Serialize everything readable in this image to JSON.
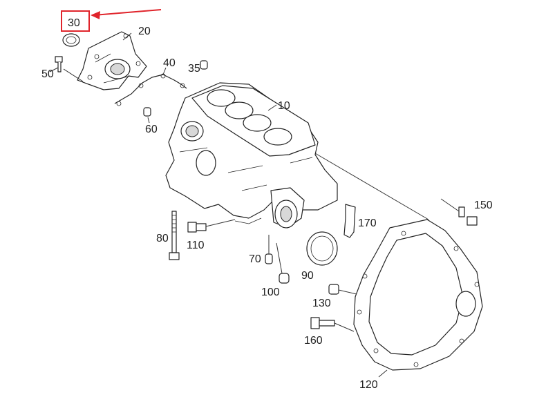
{
  "diagram": {
    "highlight_color": "#e0242b",
    "callouts": {
      "c10": "10",
      "c20": "20",
      "c30": "30",
      "c35": "35",
      "c40": "40",
      "c50": "50",
      "c60": "60",
      "c70": "70",
      "c80": "80",
      "c90": "90",
      "c100": "100",
      "c110": "110",
      "c120": "120",
      "c130": "130",
      "c150": "150",
      "c160": "160",
      "c170": "170"
    }
  }
}
